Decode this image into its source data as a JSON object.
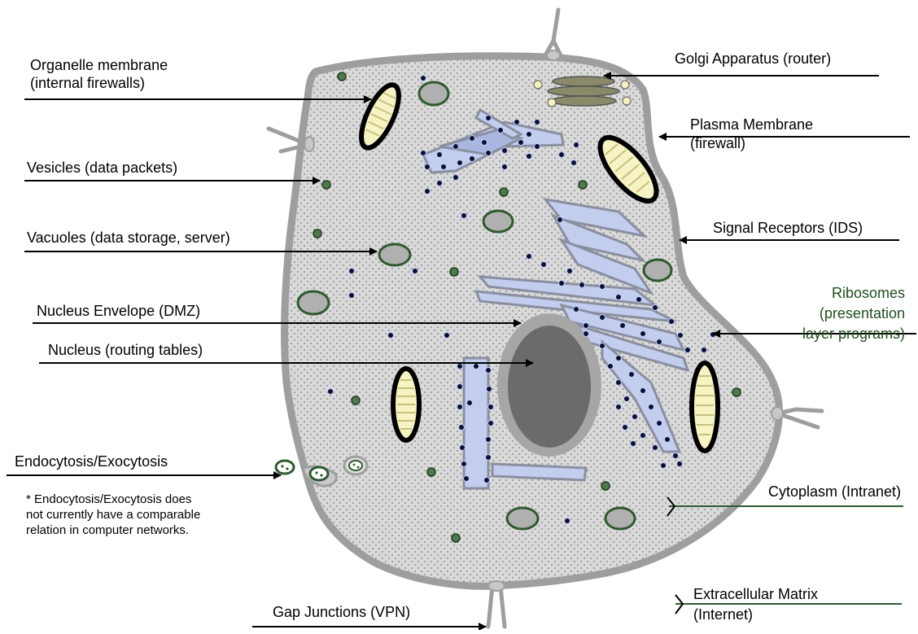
{
  "labels": {
    "organelle_membrane_l1": "Organelle membrane",
    "organelle_membrane_l2": "(internal firewalls)",
    "vesicles": "Vesicles (data packets)",
    "vacuoles": "Vacuoles (data storage, server)",
    "nucleus_envelope": "Nucleus Envelope (DMZ)",
    "nucleus": "Nucleus (routing tables)",
    "endocytosis": "Endocytosis/Exocytosis",
    "gap_junctions": "Gap Junctions (VPN)",
    "golgi": "Golgi Apparatus (router)",
    "plasma_membrane_l1": "Plasma Membrane",
    "plasma_membrane_l2": "(firewall)",
    "signal_receptors": "Signal Receptors (IDS)",
    "ribosomes_l1": "Ribosomes",
    "ribosomes_l2": "(presentation",
    "ribosomes_l3": "layer programs)",
    "cytoplasm": "Cytoplasm (Intranet)",
    "extracellular_l1": "Extracellular Matrix",
    "extracellular_l2": "(Internet)"
  },
  "footnote": {
    "line1": "*  Endocytosis/Exocytosis  does",
    "line2": "not currently have a comparable",
    "line3": "relation in computer networks."
  },
  "colors": {
    "membrane": "#9e9e9e",
    "cytoplasm": "#d7d7d7",
    "nucleus_outer": "#a6a6a6",
    "nucleus_inner": "#6b6b6b",
    "mitochondria_fill": "#f6f3c4",
    "vesicle_fill": "#4e7a4e",
    "ribosome": "#0a1030",
    "er_fill": "#b9c6e8",
    "label_green": "#1f4d1f",
    "cyto_line": "#2f5a2f"
  }
}
